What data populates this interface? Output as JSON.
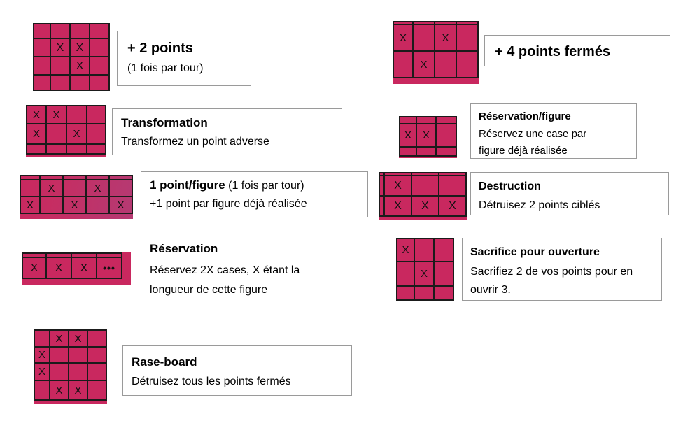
{
  "page": {
    "title": "Cartes de pouvoirs — figures",
    "background_color": "#ffffff",
    "grid_fill_color": "#c9285f",
    "grid_line_color": "#1b1b1b",
    "box_border_color": "#9a9a9a",
    "mark_glyph": "X",
    "ellipsis_glyph": "•••"
  },
  "cards": [
    {
      "id": "plus-2-points",
      "column": "left",
      "title": "+ 2 points",
      "subtitle": "(1 fois par tour)",
      "title_inline": false,
      "grid": {
        "cols": 4,
        "rows": 4,
        "marks": [
          [
            1,
            1
          ],
          [
            1,
            2
          ],
          [
            2,
            2
          ]
        ]
      }
    },
    {
      "id": "transformation",
      "column": "left",
      "title": "Transformation",
      "subtitle": "Transformez un point adverse",
      "title_inline": false,
      "grid": {
        "cols": 4,
        "rows": 3,
        "marks": [
          [
            0,
            0
          ],
          [
            0,
            1
          ],
          [
            1,
            0
          ],
          [
            1,
            2
          ]
        ]
      }
    },
    {
      "id": "un-point-par-figure",
      "column": "left",
      "title": "1 point/figure",
      "title_suffix": "(1 fois par tour)",
      "subtitle": "+1 point par figure déjà réalisée",
      "title_inline": true,
      "grid": {
        "cols": 5,
        "rows": 2,
        "marks": [
          [
            0,
            1
          ],
          [
            0,
            3
          ],
          [
            1,
            0
          ],
          [
            1,
            2
          ],
          [
            1,
            4
          ]
        ],
        "gradient": true
      }
    },
    {
      "id": "reservation",
      "column": "left",
      "title": "Réservation",
      "subtitle": "Réservez 2X cases, X étant la\nlongueur de cette figure",
      "title_inline": false,
      "grid": {
        "cols": 4,
        "rows": 1,
        "marks": [
          [
            0,
            0
          ],
          [
            0,
            1
          ],
          [
            0,
            2
          ]
        ],
        "ellipsis_cell": [
          0,
          3
        ]
      }
    },
    {
      "id": "rase-board",
      "column": "left",
      "title": "Rase-board",
      "subtitle": "Détruisez tous les points fermés",
      "title_inline": false,
      "grid": {
        "cols": 4,
        "rows": 4,
        "marks": [
          [
            0,
            1
          ],
          [
            0,
            2
          ],
          [
            1,
            0
          ],
          [
            2,
            0
          ],
          [
            3,
            1
          ],
          [
            3,
            2
          ]
        ]
      }
    },
    {
      "id": "plus-4-points-fermes",
      "column": "right",
      "title": "+ 4 points fermés",
      "subtitle": "",
      "title_inline": false,
      "grid": {
        "cols": 4,
        "rows": 3,
        "marks": [
          [
            0,
            0
          ],
          [
            0,
            2
          ],
          [
            1,
            1
          ]
        ]
      }
    },
    {
      "id": "reservation-figure",
      "column": "right",
      "title": "Réservation/figure",
      "subtitle": "Réservez une case par\nfigure déjà réalisée",
      "title_inline": false,
      "grid": {
        "cols": 3,
        "rows": 3,
        "marks": [
          [
            1,
            0
          ],
          [
            1,
            1
          ]
        ]
      }
    },
    {
      "id": "destruction",
      "column": "right",
      "title": "Destruction",
      "subtitle": "Détruisez 2 points ciblés",
      "title_inline": false,
      "grid": {
        "cols": 3,
        "rows": 2,
        "marks": [
          [
            0,
            1
          ],
          [
            1,
            0
          ],
          [
            1,
            1
          ],
          [
            1,
            2
          ]
        ]
      }
    },
    {
      "id": "sacrifice-pour-ouverture",
      "column": "right",
      "title": "Sacrifice pour ouverture",
      "subtitle": "Sacrifiez 2 de vos points pour en\nouvrir 3.",
      "title_inline": false,
      "grid": {
        "cols": 3,
        "rows": 3,
        "marks": [
          [
            0,
            0
          ],
          [
            1,
            1
          ]
        ]
      }
    }
  ]
}
